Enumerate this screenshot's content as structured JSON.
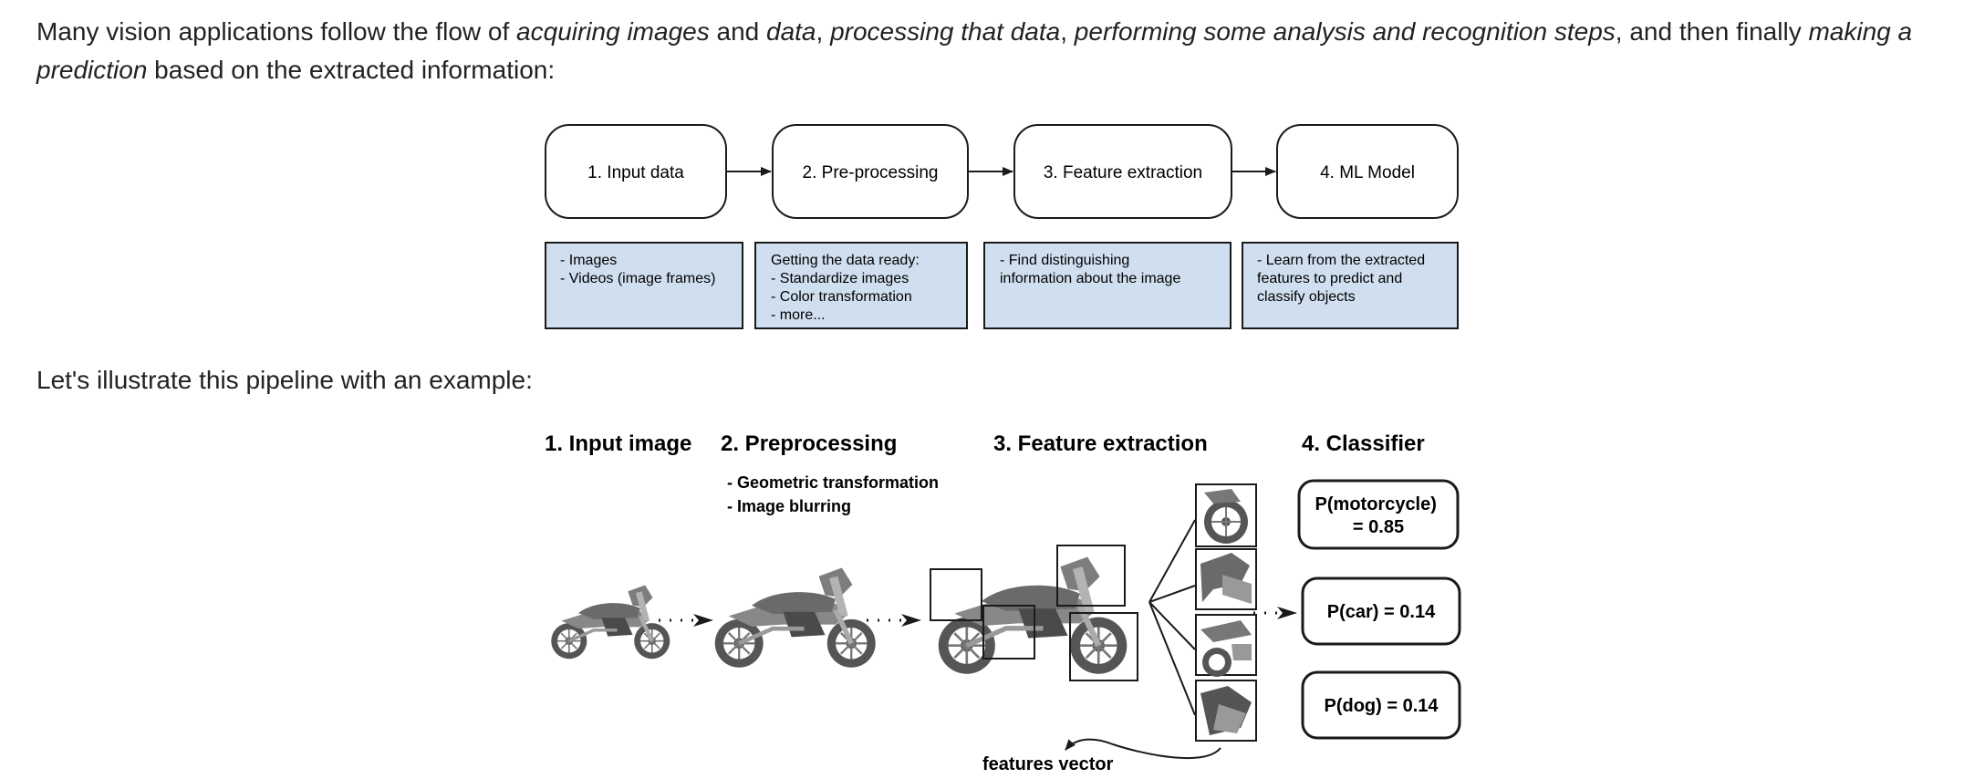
{
  "intro": {
    "t1": "Many vision applications follow the flow of ",
    "e1": "acquiring images",
    "t2": " and ",
    "e2": "data",
    "t3": ", ",
    "e3": "processing that data",
    "t4": ", ",
    "e4": "performing some analysis and recognition steps",
    "t5": ", and then finally ",
    "e5": "making a prediction",
    "t6": " based on the extracted information:"
  },
  "pipeline": {
    "stages": [
      {
        "label": "1. Input data",
        "notes": [
          "- Images",
          "- Videos (image frames)"
        ]
      },
      {
        "label": "2. Pre-processing",
        "notes": [
          "Getting the data ready:",
          "- Standardize images",
          "- Color transformation",
          "- more..."
        ]
      },
      {
        "label": "3. Feature extraction",
        "notes": [
          "- Find distinguishing",
          "information about the image"
        ]
      },
      {
        "label": "4. ML Model",
        "notes": [
          "- Learn from the extracted",
          "features to predict and",
          "classify objects"
        ]
      }
    ]
  },
  "example_intro": "Let's illustrate this pipeline with an example:",
  "example": {
    "headers": [
      "1. Input image",
      "2. Preprocessing",
      "3. Feature extraction",
      "4. Classifier"
    ],
    "preprocessing_steps": [
      "- Geometric transformation",
      "- Image blurring"
    ],
    "predictions": [
      {
        "lines": [
          "P(motorcycle)",
          "= 0.85"
        ]
      },
      {
        "lines": [
          "P(car) = 0.14"
        ]
      },
      {
        "lines": [
          "P(dog) = 0.14"
        ]
      }
    ],
    "features_label": "features vector"
  },
  "colors": {
    "note_fill": "#cfdfef",
    "stroke": "#1a1a1a",
    "moto_dark": "#555555",
    "moto_mid": "#888888",
    "moto_light": "#b3b3b3"
  }
}
